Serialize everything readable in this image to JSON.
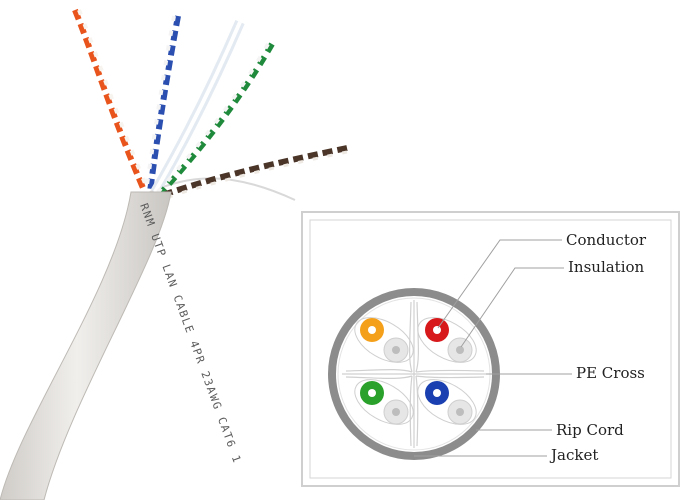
{
  "cable": {
    "print_text": "RNM UTP LAN CABLE 4PR 23AWG CAT6 1",
    "jacket_color": "#e9e7e4",
    "pairs": [
      {
        "name": "orange-pair",
        "color": "#e8541c"
      },
      {
        "name": "blue-pair",
        "color": "#2a4fb0"
      },
      {
        "name": "green-pair",
        "color": "#1f8a3b"
      },
      {
        "name": "brown-pair",
        "color": "#4a3528"
      }
    ]
  },
  "cross_section": {
    "labels": {
      "conductor": "Conductor",
      "insulation": "Insulation",
      "pe_cross": "PE Cross",
      "rip_cord": "Rip Cord",
      "jacket": "Jacket"
    },
    "conductor_colors": {
      "orange": "#f5a01a",
      "red": "#d7191c",
      "green": "#2aa12a",
      "blue": "#1a3fb0",
      "white": "#e6e6e6"
    }
  }
}
